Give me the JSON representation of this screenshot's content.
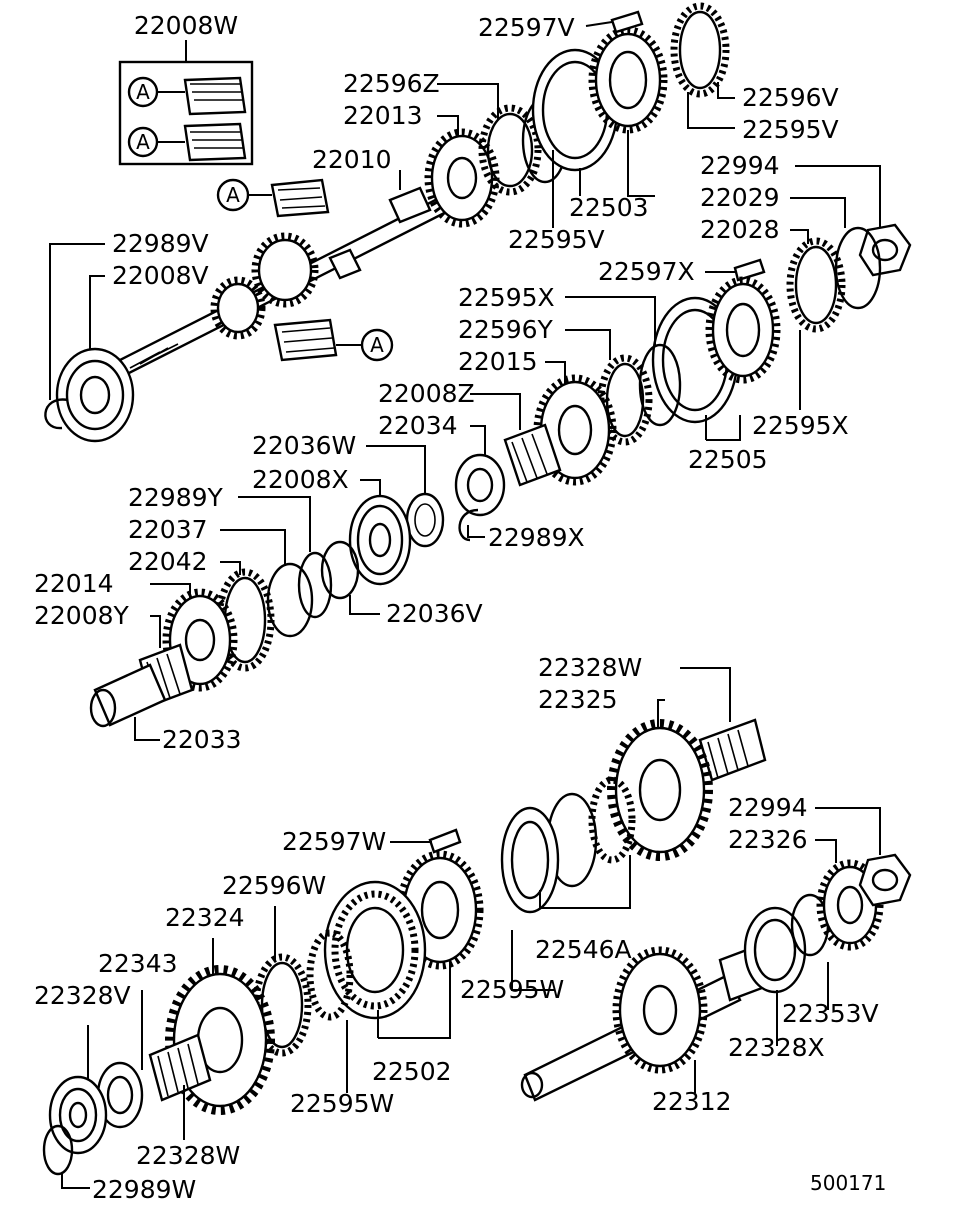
{
  "figure_id": "500171",
  "inset": {
    "label": "22008W",
    "marker": "A"
  },
  "markers": [
    "A",
    "A",
    "A",
    "A"
  ],
  "part_labels": [
    "22008W",
    "22597V",
    "22596Z",
    "22013",
    "22010",
    "22596V",
    "22595V",
    "22994",
    "22503",
    "22029",
    "22028",
    "22595V",
    "22989V",
    "22008V",
    "22597X",
    "22595X",
    "22596Y",
    "22015",
    "22008Z",
    "22034",
    "22036W",
    "22008X",
    "22595X",
    "22505",
    "22989Y",
    "22989X",
    "22037",
    "22042",
    "22014",
    "22008Y",
    "22036V",
    "22033",
    "22328W",
    "22325",
    "22994",
    "22597W",
    "22326",
    "22596W",
    "22324",
    "22546A",
    "22343",
    "22595W",
    "22328V",
    "22353V",
    "22328X",
    "22502",
    "22595W",
    "22312",
    "22328W",
    "22989W"
  ]
}
